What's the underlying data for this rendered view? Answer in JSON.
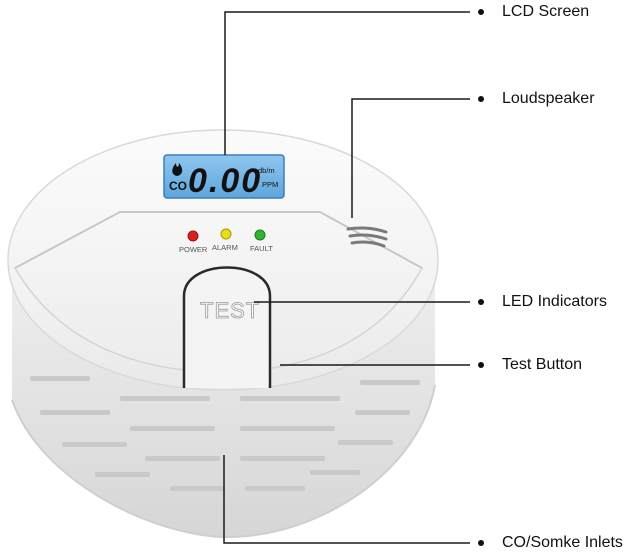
{
  "callouts": {
    "lcd": "LCD Screen",
    "speaker": "Loudspeaker",
    "led": "LED Indicators",
    "test": "Test Button",
    "inlets": "CO/Somke Inlets"
  },
  "display": {
    "co_label": "CO",
    "reading": "0.00",
    "unit_top": "db/m",
    "unit_bottom": "PPM"
  },
  "indicators": {
    "power": "POWER",
    "alarm": "ALARM",
    "fault": "FAULT"
  },
  "button": {
    "label": "TEST"
  },
  "colors": {
    "lcd_background": "#74b6e6",
    "power_led": "#d8201c",
    "alarm_led": "#e6df13",
    "fault_led": "#2fb530",
    "leader_line": "#1a1a1a"
  }
}
